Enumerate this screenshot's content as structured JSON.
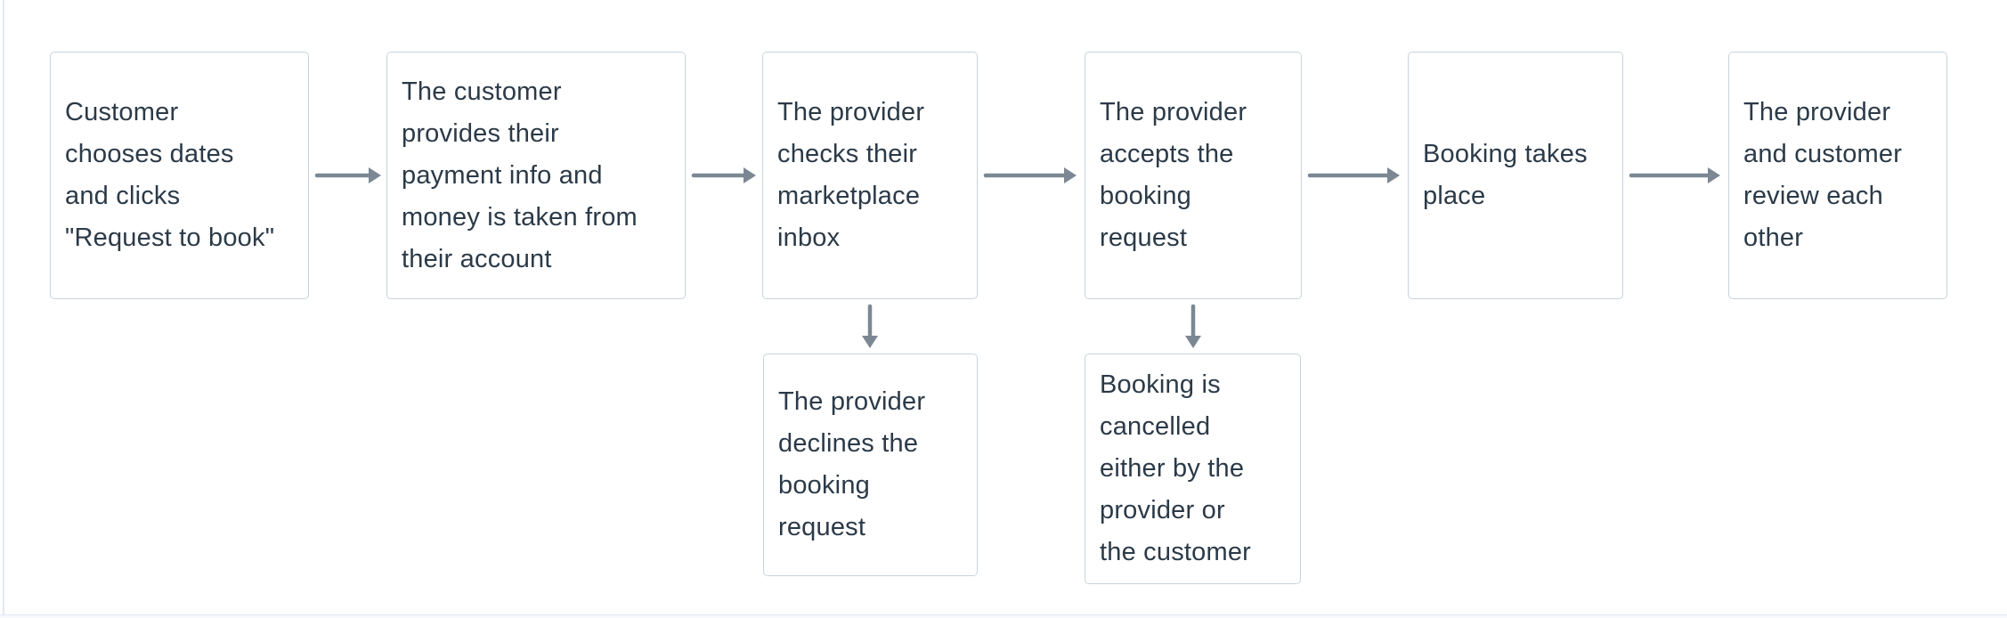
{
  "flow": {
    "steps": [
      {
        "text": "Customer\nchooses dates\nand clicks\n\"Request to book\""
      },
      {
        "text": "The customer\nprovides their\npayment info and\nmoney is taken from\ntheir account"
      },
      {
        "text": "The provider\nchecks their\nmarketplace\ninbox"
      },
      {
        "text": "The provider\naccepts the\nbooking\nrequest"
      },
      {
        "text": "Booking takes\nplace"
      },
      {
        "text": "The provider\nand customer\nreview each\nother"
      }
    ],
    "branches": [
      {
        "from_step": 3,
        "text": "The provider\ndeclines the\nbooking\nrequest"
      },
      {
        "from_step": 4,
        "text": "Booking is\ncancelled\neither by the\nprovider or\nthe customer"
      }
    ]
  },
  "colors": {
    "background": "#ffffff",
    "node_border": "#c9d3dc",
    "text": "#2b3a48",
    "arrow": "#7b8894",
    "page_edge_line": "#e4e9ef",
    "footer_strip": "#f7f9fc"
  }
}
